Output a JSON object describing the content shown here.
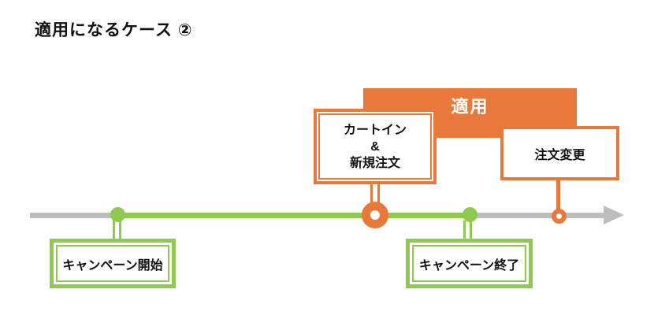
{
  "title": "適用になるケース ②",
  "colors": {
    "orange": "#E8793B",
    "green": "#8FC94D",
    "gray": "#BDBDBD",
    "ink": "#111111"
  },
  "banner": {
    "label": "適用"
  },
  "boxes": {
    "cart_in": {
      "lines": [
        "カートイン",
        "&",
        "新規注文"
      ]
    },
    "order_change": {
      "label": "注文変更"
    },
    "campaign_start": {
      "label": "キャンペーン開始"
    },
    "campaign_end": {
      "label": "キャンペーン終了"
    }
  }
}
